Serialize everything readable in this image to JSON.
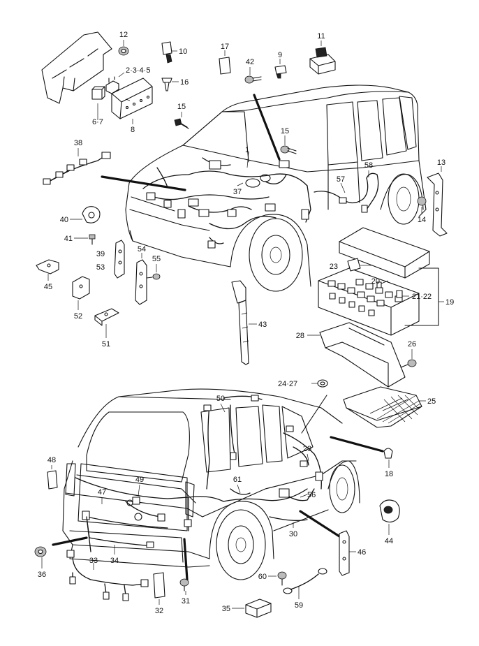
{
  "callouts": {
    "c1": "1",
    "c2345": "2·3·4·5",
    "c67": "6·7",
    "c8": "8",
    "c9": "9",
    "c10": "10",
    "c11": "11",
    "c12": "12",
    "c13": "13",
    "c14": "14",
    "c15a": "15",
    "c15b": "15",
    "c16": "16",
    "c17": "17",
    "c18": "18",
    "c19": "19",
    "c20": "20",
    "c2122": "21·22",
    "c23": "23",
    "c2427": "24·27",
    "c25": "25",
    "c26": "26",
    "c28": "28",
    "c29": "29",
    "c30": "30",
    "c31": "31",
    "c32": "32",
    "c33": "33",
    "c34": "34",
    "c35": "35",
    "c36": "36",
    "c37": "37",
    "c38": "38",
    "c39": "39",
    "c40": "40",
    "c41": "41",
    "c42": "42",
    "c43": "43",
    "c44": "44",
    "c45": "45",
    "c46": "46",
    "c47": "47",
    "c48": "48",
    "c49": "49",
    "c50": "50",
    "c51": "51",
    "c52": "52",
    "c53": "53",
    "c54": "54",
    "c55": "55",
    "c56": "56",
    "c57": "57",
    "c58": "58",
    "c59": "59",
    "c60": "60",
    "c61": "61"
  }
}
